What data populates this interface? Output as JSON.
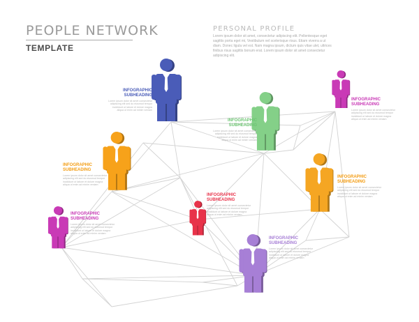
{
  "header": {
    "title": "PEOPLE NETWORK",
    "subtitle": "TEMPLATE"
  },
  "profile": {
    "title": "PERSONAL PROFILE",
    "body": "Lorem ipsum dolor sit amet, consectetur adipiscing elit. Pellentesque eget sagittis porta eget mi, Vestibulum vel scelerisque risus. Etiam viverra a ut diam. Donec ligula vel est. Nam magna ipsum, dictum quis vitae ulet, ultrices finibus risus sagittis bonum erat. Lorem ipsum dolor sit amet consectetur adipiscing elit."
  },
  "colors": {
    "blue": "#4a5cb8",
    "green": "#84d088",
    "magenta": "#c93ab6",
    "orange": "#f7a21a",
    "yellow_orange": "#f5a623",
    "red": "#e8334a",
    "purple": "#a77fd6",
    "line": "#d2d2d2"
  },
  "people": [
    {
      "id": "blue",
      "color_key": "blue",
      "label_color": "#4a5cb8",
      "heading": "INFOGRAPHIC",
      "subheading": "SUBHEADING",
      "text": "Lorem ipsum dolor sit amet consectetur adipiscing elit sed do eiusmod tempor incididunt ut labore et dolore magna aliqua ut enim ad minim veniam"
    },
    {
      "id": "green",
      "color_key": "green",
      "label_color": "#6cc572",
      "heading": "INFOGRAPHIC",
      "subheading": "SUBHEADING",
      "text": "Lorem ipsum dolor sit amet consectetur adipiscing elit sed do eiusmod tempor incididunt ut labore et dolore magna aliqua ut enim ad minim veniam"
    },
    {
      "id": "magenta-top",
      "color_key": "magenta",
      "label_color": "#c93ab6",
      "heading": "INFOGRAPHIC",
      "subheading": "SUBHEADING",
      "text": "Lorem ipsum dolor sit amet consectetur adipiscing elit sed do eiusmod tempor incididunt ut labore et dolore magna aliqua ut enim ad minim veniam"
    },
    {
      "id": "orange",
      "color_key": "orange",
      "label_color": "#f39c12",
      "heading": "INFOGRAPHIC",
      "subheading": "SUBHEADING",
      "text": "Lorem ipsum dolor sit amet consectetur adipiscing elit sed do eiusmod tempor incididunt ut labore et dolore magna aliqua ut enim ad minim veniam"
    },
    {
      "id": "yellow",
      "color_key": "yellow_orange",
      "label_color": "#f39c12",
      "heading": "INFOGRAPHIC",
      "subheading": "SUBHEADING",
      "text": "Lorem ipsum dolor sit amet consectetur adipiscing elit sed do eiusmod tempor incididunt ut labore et dolore magna aliqua ut enim ad minim veniam"
    },
    {
      "id": "red",
      "color_key": "red",
      "label_color": "#e8334a",
      "heading": "INFOGRAPHIC",
      "subheading": "SUBHEADING",
      "text": "Lorem ipsum dolor sit amet consectetur adipiscing elit sed do eiusmod tempor incididunt ut labore et dolore magna aliqua ut enim ad minim veniam"
    },
    {
      "id": "magenta-left",
      "color_key": "magenta",
      "label_color": "#c93ab6",
      "heading": "INFOGRAPHIC",
      "subheading": "SUBHEADING",
      "text": "Lorem ipsum dolor sit amet consectetur adipiscing elit sed do eiusmod tempor incididunt ut labore et dolore magna aliqua ut enim ad minim veniam"
    },
    {
      "id": "purple",
      "color_key": "purple",
      "label_color": "#a77fd6",
      "heading": "INFOGRAPHIC",
      "subheading": "SUBHEADING",
      "text": "Lorem ipsum dolor sit amet consectetur adipiscing elit sed do eiusmod tempor incididunt ut labore et dolore magna aliqua ut enim ad minim veniam"
    }
  ]
}
